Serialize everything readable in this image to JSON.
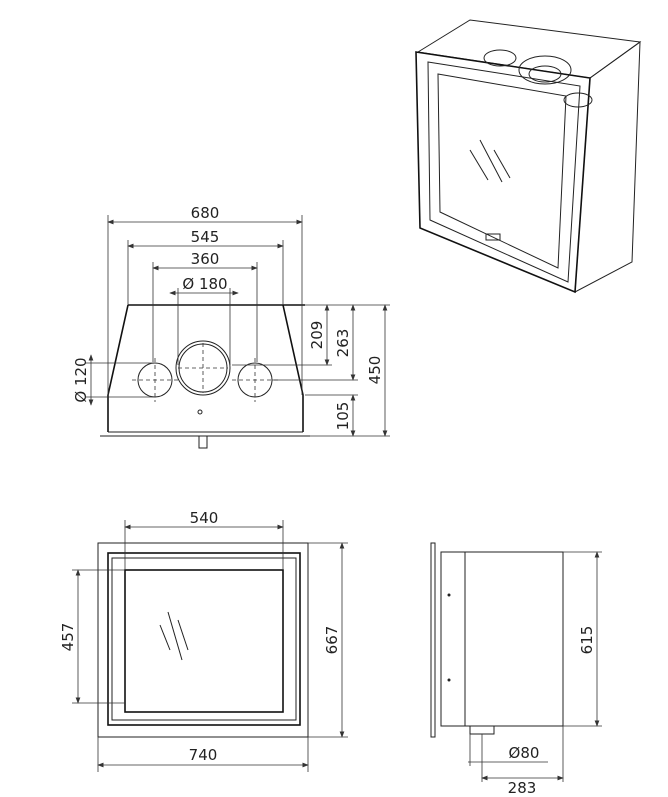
{
  "drawing": {
    "top_view": {
      "dim_width_total": "680",
      "dim_width_top": "545",
      "dim_outlet_spacing": "360",
      "dim_flue_diameter": "Ø 180",
      "dim_209": "209",
      "dim_263": "263",
      "dim_height": "450",
      "dim_outlet_diameter": "Ø 120",
      "dim_105": "105"
    },
    "front_view": {
      "dim_glass_width": "540",
      "dim_glass_height": "457",
      "dim_frame_height": "667",
      "dim_frame_width": "740"
    },
    "side_view": {
      "dim_depth_height": "615",
      "dim_air_inlet": "Ø80",
      "dim_283": "283"
    }
  }
}
